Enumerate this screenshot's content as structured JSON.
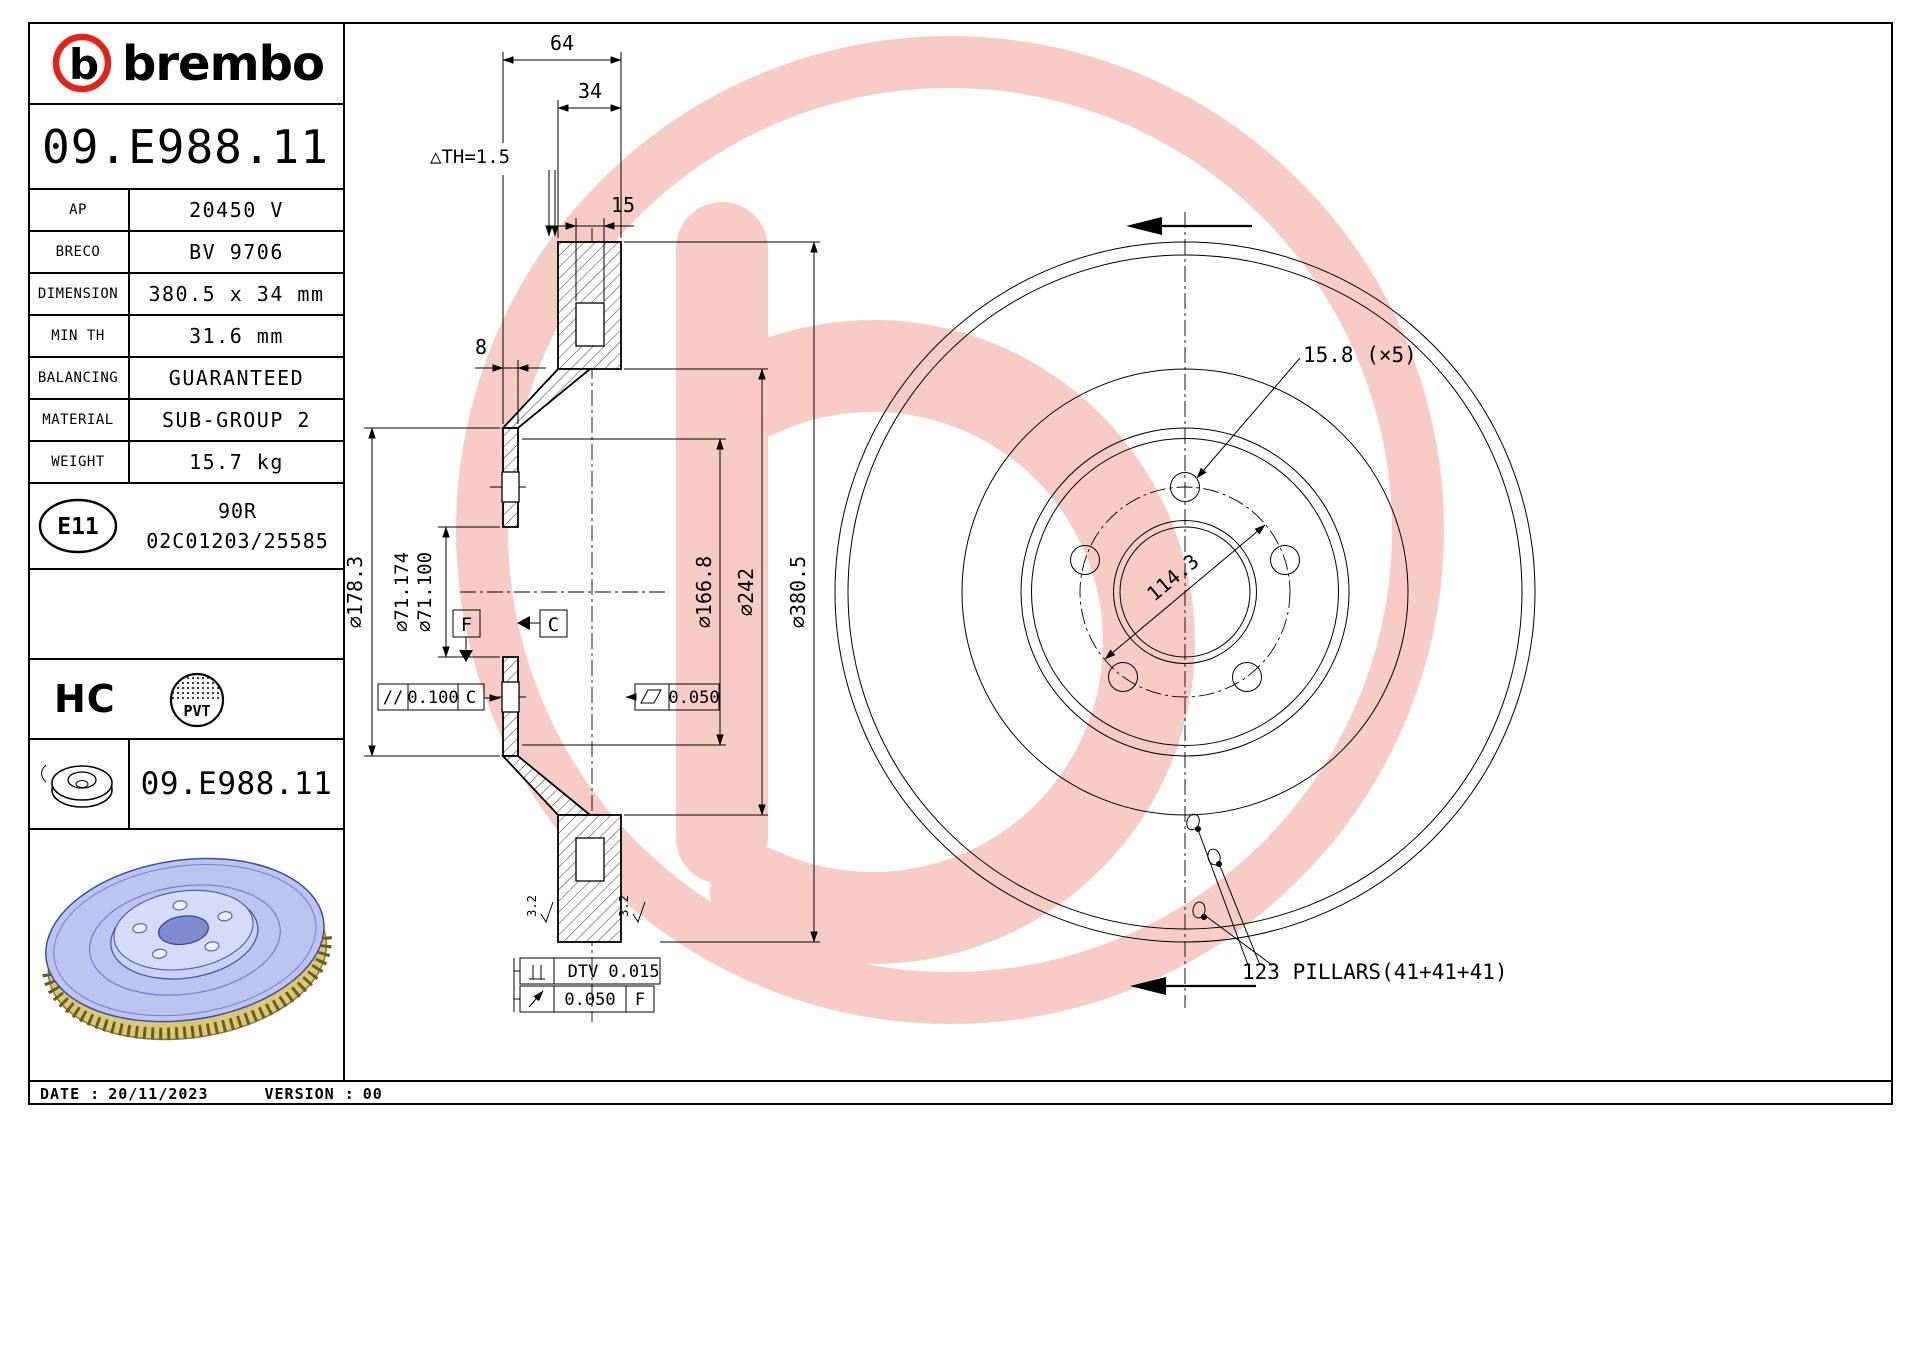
{
  "colors": {
    "brand_red": "#e2231a",
    "watermark_pink": "#f7ccc6",
    "render_body": "#bcc4ef",
    "render_rim": "#d9c87a"
  },
  "brand": {
    "wordmark": "brembo",
    "roundel_letter": "b"
  },
  "part_number": "09.E988.11",
  "specs": [
    {
      "label": "AP",
      "value": "20450 V"
    },
    {
      "label": "BRECO",
      "value": "BV 9706"
    },
    {
      "label": "DIMENSION",
      "value": "380.5 x 34 mm"
    },
    {
      "label": "MIN TH",
      "value": "31.6 mm"
    },
    {
      "label": "BALANCING",
      "value": "GUARANTEED"
    },
    {
      "label": "MATERIAL",
      "value": "SUB-GROUP 2"
    },
    {
      "label": "WEIGHT",
      "value": "15.7 kg"
    }
  ],
  "homologation": {
    "badge": "E11",
    "line1": "90R",
    "line2": "02C01203/25585"
  },
  "badges": {
    "hc": "HC",
    "pvt": "PVT"
  },
  "footer_disc_part_number": "09.E988.11",
  "footer": {
    "date_label": "DATE :",
    "date": "20/11/2023",
    "version_label": "VERSION :",
    "version": "00"
  },
  "section": {
    "dim_total_width": "64",
    "dim_disc_thickness": "34",
    "min_wear": "△TH=1.5",
    "dim_vent_width": "15",
    "dim_flange_thickness": "8",
    "dia_hat": "⌀178.3",
    "dia_bore_upper": "⌀71.174",
    "dia_bore_lower": "⌀71.100",
    "dia_vent_inner": "⌀166.8",
    "dia_band_inner": "⌀242",
    "dia_outer": "⌀380.5",
    "datum_f": "F",
    "datum_c": "C",
    "parallelism_symbol": "//",
    "parallelism_value": "0.100",
    "parallelism_datum": "C",
    "flatness_value": "0.050",
    "dtv_label": "DTV",
    "dtv_value": "0.015",
    "runout_value": "0.050",
    "runout_datum": "F",
    "roughness": "3.2"
  },
  "front": {
    "bolt_hole": "15.8 (×5)",
    "bolt_circle": "114.3",
    "pillars": "123 PILLARS(41+41+41)"
  }
}
